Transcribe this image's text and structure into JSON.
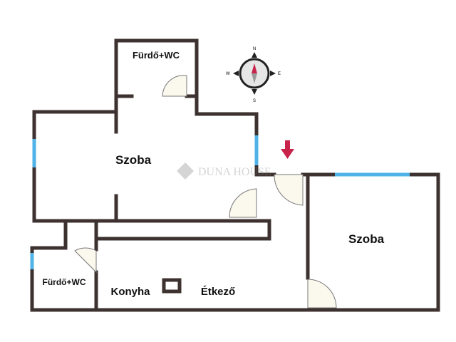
{
  "rooms": {
    "bath_top": "Fürdő+WC",
    "room_left": "Szoba",
    "room_right": "Szoba",
    "bath_bottom": "Fürdő+WC",
    "kitchen": "Konyha",
    "dining": "Étkező"
  },
  "compass": {
    "n": "N",
    "s": "S",
    "e": "E",
    "w": "W"
  },
  "watermark": "DUNA HOUSE",
  "colors": {
    "wall": "#3d3230",
    "window": "#4fb3e8",
    "entrance_arrow": "#c8234a"
  }
}
